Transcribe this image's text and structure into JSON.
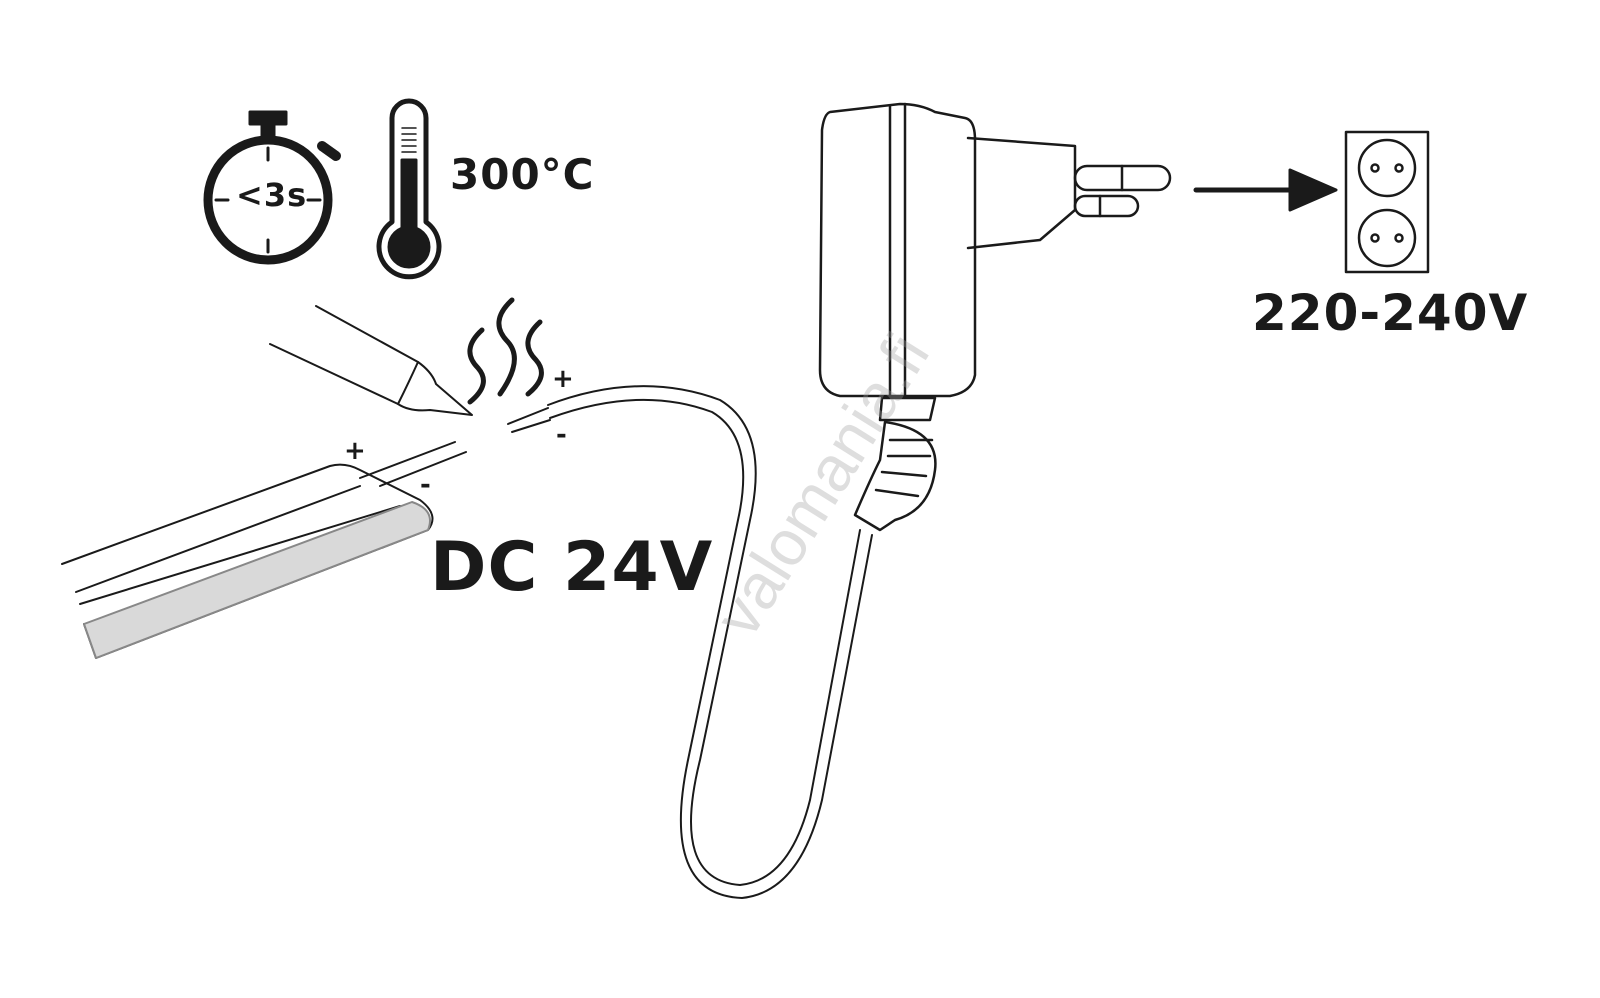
{
  "labels": {
    "timer": "<3s",
    "temperature": "300°C",
    "voltage_dc": "DC 24V",
    "voltage_ac": "220-240V",
    "plus": "+",
    "minus": "-"
  },
  "watermark": "valomania.fi",
  "colors": {
    "ink": "#1a1a1a",
    "strip_light": "#d9d9d9"
  }
}
